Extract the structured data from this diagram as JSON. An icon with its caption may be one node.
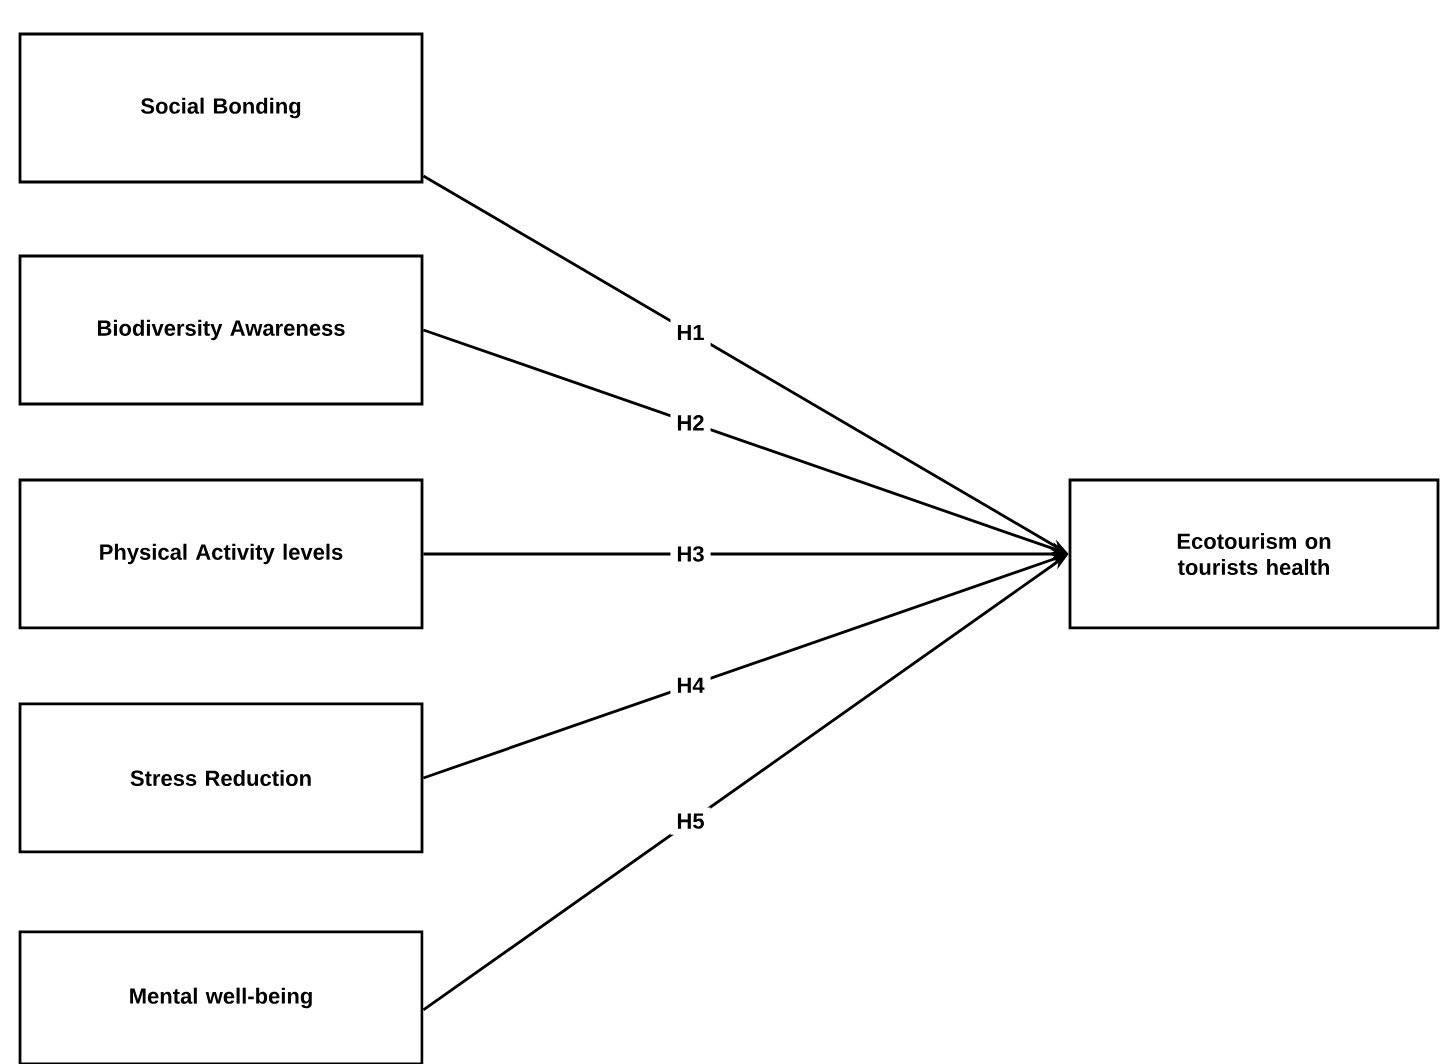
{
  "diagram": {
    "nodes": [
      {
        "text": [
          "Social Bonding"
        ]
      },
      {
        "text": [
          "Biodiversity Awareness"
        ]
      },
      {
        "text": [
          "Physical Activity levels"
        ]
      },
      {
        "text": [
          "Stress Reduction"
        ]
      },
      {
        "text": [
          "Mental well-being"
        ]
      },
      {
        "text": [
          "Ecotourism on tourists health"
        ]
      }
    ],
    "edges": [
      {
        "from": 0,
        "to": 5,
        "arrow": "to",
        "label": "H1"
      },
      {
        "from": 1,
        "to": 5,
        "arrow": "to",
        "label": "H2"
      },
      {
        "from": 2,
        "to": 5,
        "arrow": "to",
        "label": "H3"
      },
      {
        "from": 3,
        "to": 5,
        "arrow": "to",
        "label": "H4"
      },
      {
        "from": 4,
        "to": 5,
        "arrow": "to",
        "label": "H5"
      }
    ]
  }
}
